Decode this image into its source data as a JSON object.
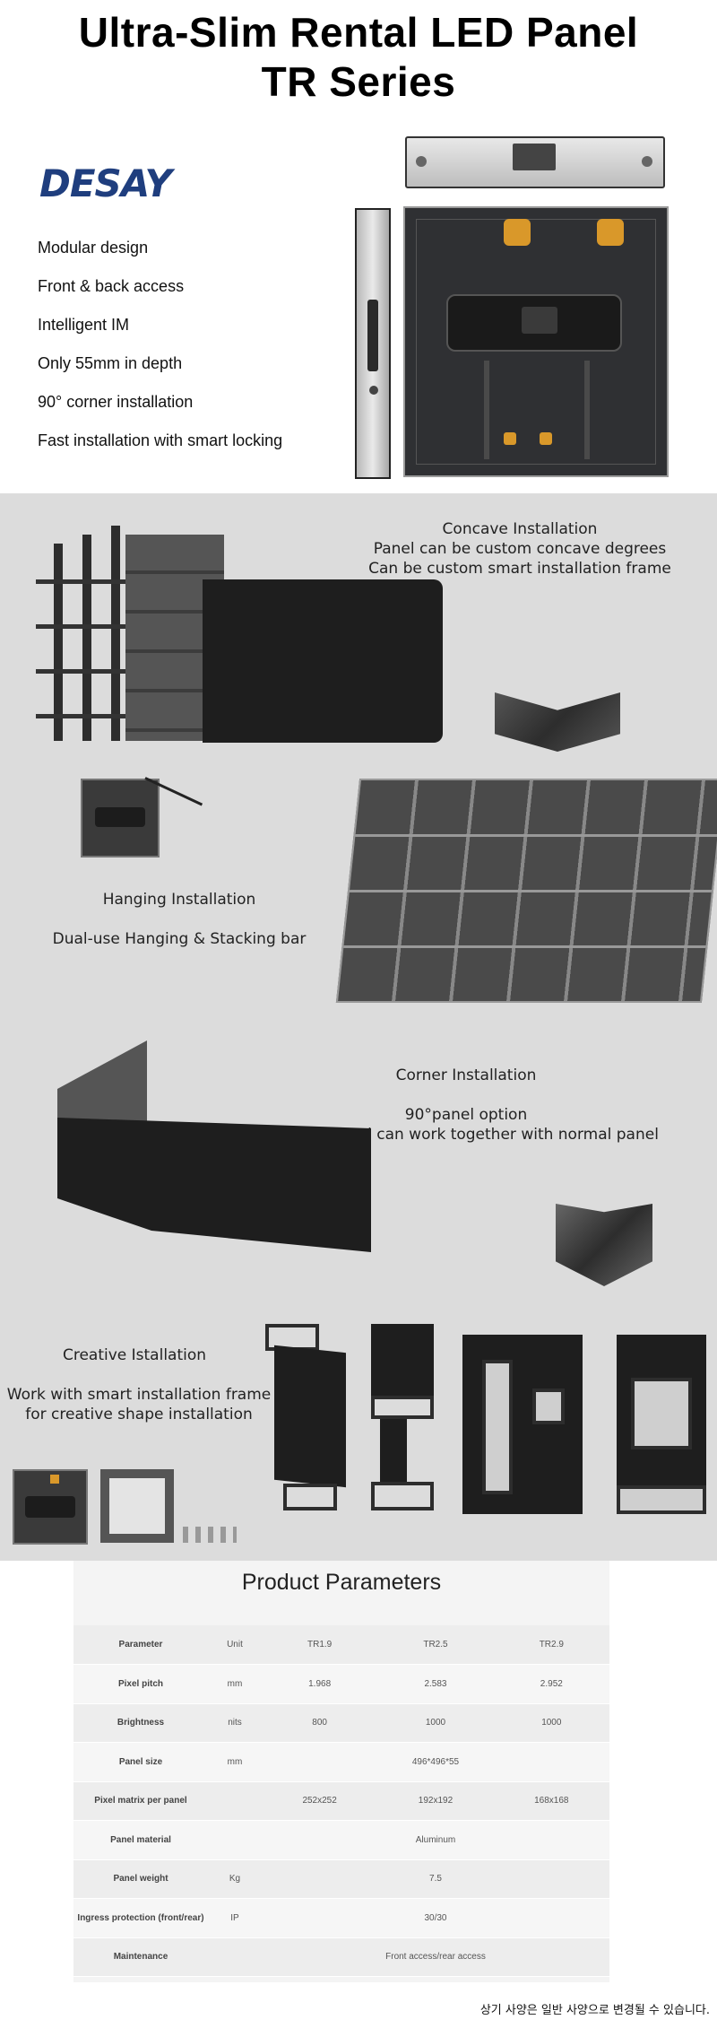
{
  "header": {
    "title_line1": "Ultra-Slim Rental LED Panel",
    "title_line2": "TR Series",
    "brand": "DESAY"
  },
  "features": [
    "Modular design",
    "Front & back access",
    "Intelligent IM",
    "Only 55mm in depth",
    "90° corner installation",
    "Fast installation with smart locking"
  ],
  "sections": {
    "concave": {
      "title": "Concave Installation",
      "line1": "Panel can be custom concave degrees",
      "line2": "Can be custom smart installation frame"
    },
    "hanging": {
      "title": "Hanging Installation",
      "line1": "Dual-use Hanging & Stacking bar"
    },
    "corner": {
      "title": "Corner Installation",
      "line1": "90°panel option",
      "line2": "Corner panel can work together with normal panel"
    },
    "creative": {
      "title": "Creative Istallation",
      "line1": "Work with smart installation frame",
      "line2": "for creative shape installation"
    }
  },
  "params": {
    "title": "Product Parameters",
    "header": [
      "Parameter",
      "Unit",
      "TR1.9",
      "TR2.5",
      "TR2.9"
    ],
    "rows": [
      {
        "param": "Pixel  pitch",
        "unit": "mm",
        "v1": "1.968",
        "v2": "2.583",
        "v3": "2.952"
      },
      {
        "param": "Brightness",
        "unit": "nits",
        "v1": "800",
        "v2": "1000",
        "v3": "1000"
      },
      {
        "param": "Panel  size",
        "unit": "mm",
        "merged": "496*496*55"
      },
      {
        "param": "Pixel  matrix per panel",
        "unit": "",
        "v1": "252x252",
        "v2": "192x192",
        "v3": "168x168"
      },
      {
        "param": "Panel  material",
        "unit": "",
        "merged": "Aluminum"
      },
      {
        "param": "Panel  weight",
        "unit": "Kg",
        "merged": "7.5"
      },
      {
        "param": "Ingress  protection (front/rear)",
        "unit": "IP",
        "merged": "30/30"
      },
      {
        "param": "Maintenance",
        "unit": "",
        "merged": "Front access/rear  access"
      }
    ]
  },
  "footnote": "상기 사양은 일반 사양으로 변경될 수 있습니다."
}
